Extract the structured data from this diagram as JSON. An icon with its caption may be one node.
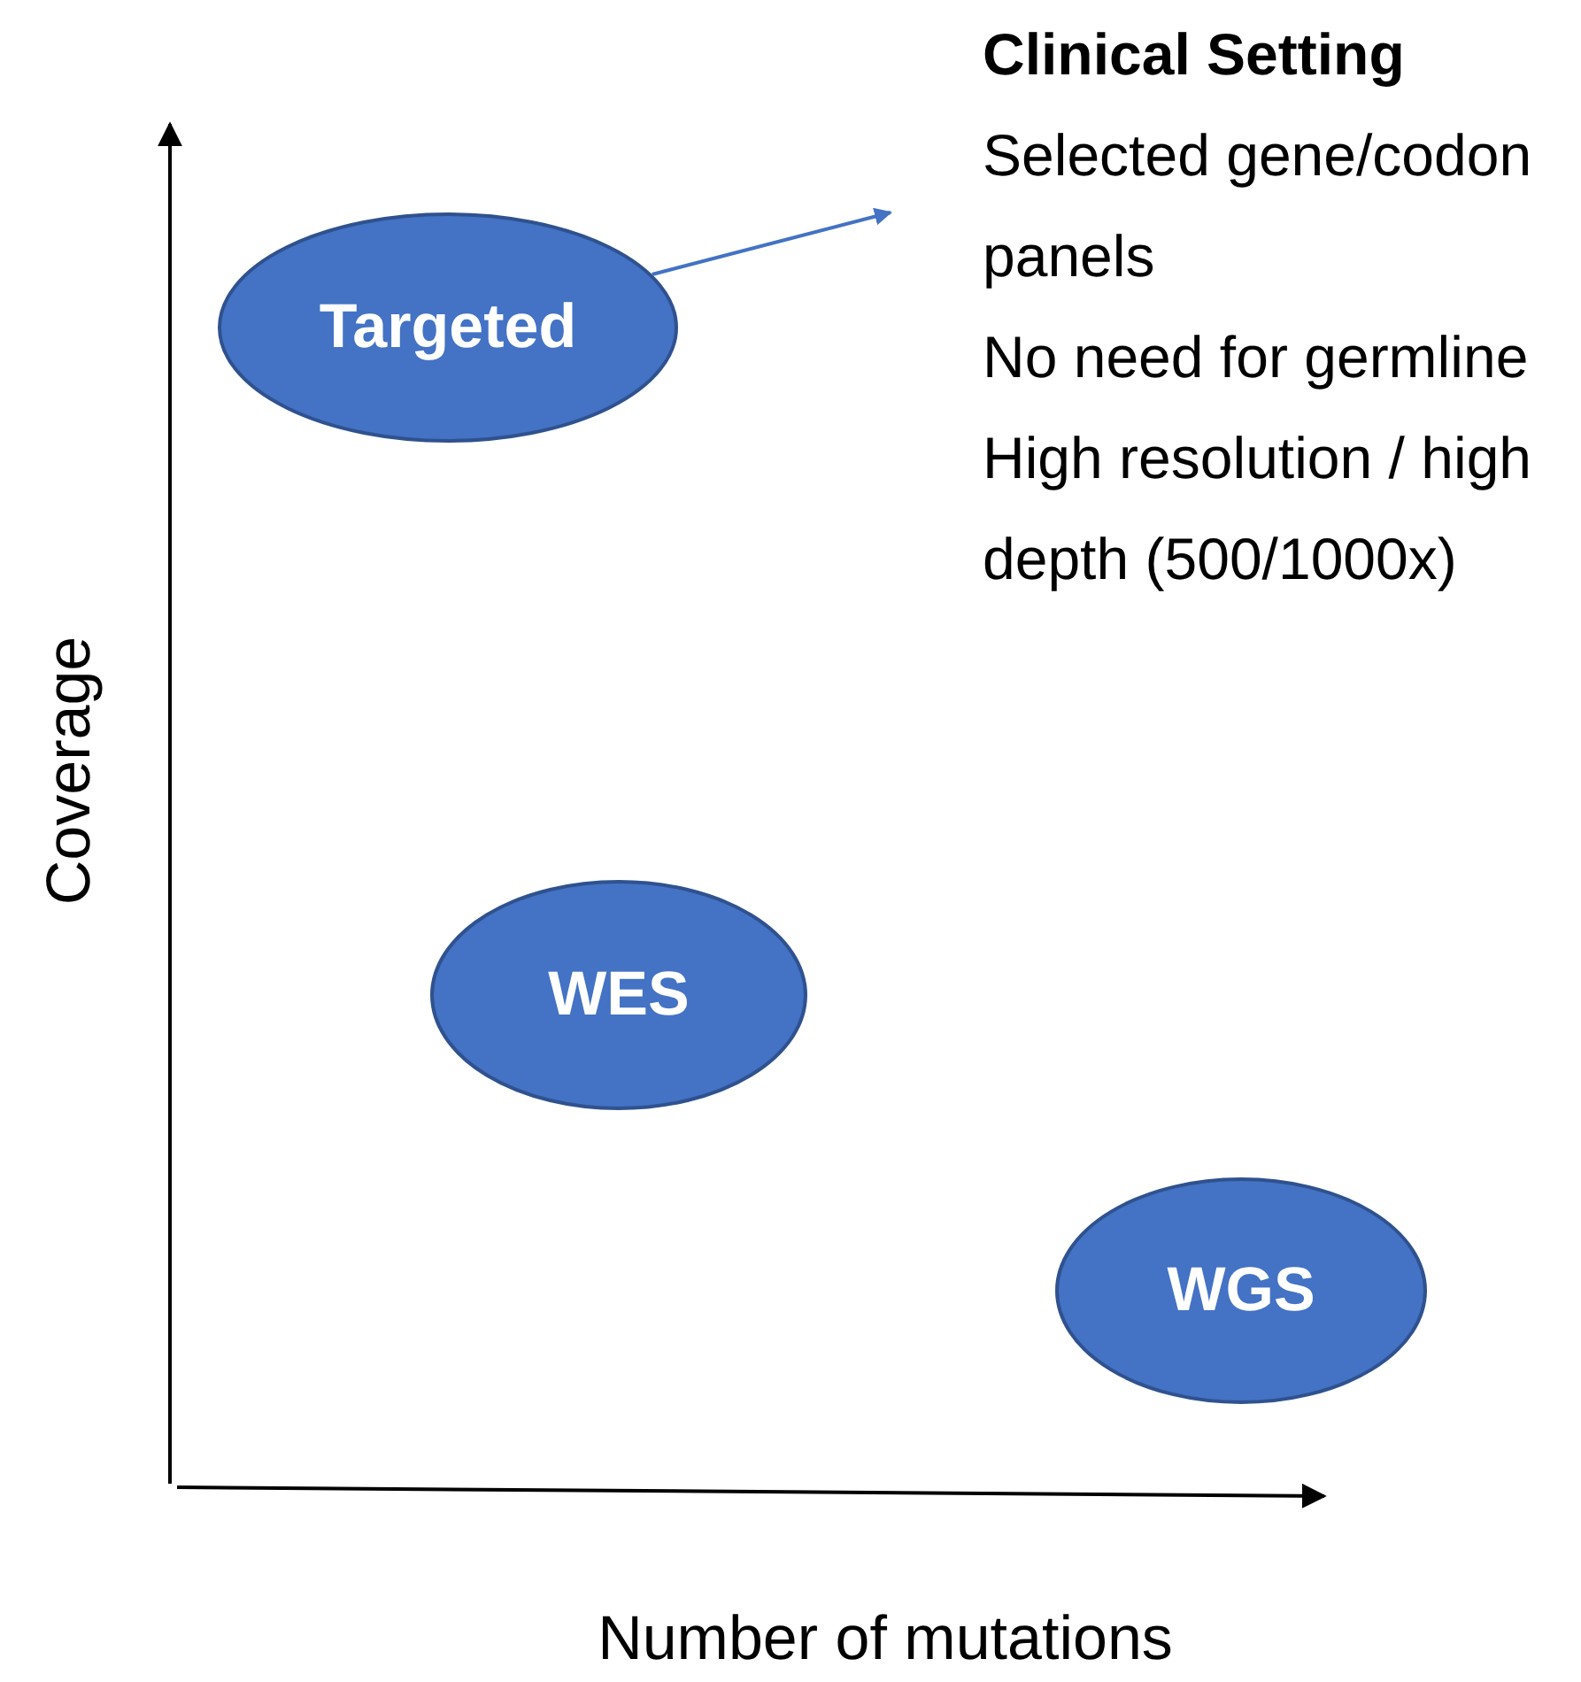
{
  "diagram": {
    "nodes": [
      {
        "text": [
          "Targeted"
        ]
      },
      {
        "text": [
          "Clinical Setting",
          "Selected gene/codon panels",
          "No need for germline",
          "High resolution / high depth (500/1000x)"
        ]
      },
      {
        "text": [
          "WES"
        ]
      },
      {
        "text": [
          "WGS"
        ]
      }
    ],
    "edges": [
      {
        "from": 0,
        "to": 1,
        "arrow": "to"
      }
    ],
    "labels": [
      "Coverage",
      "Number of mutations"
    ]
  }
}
